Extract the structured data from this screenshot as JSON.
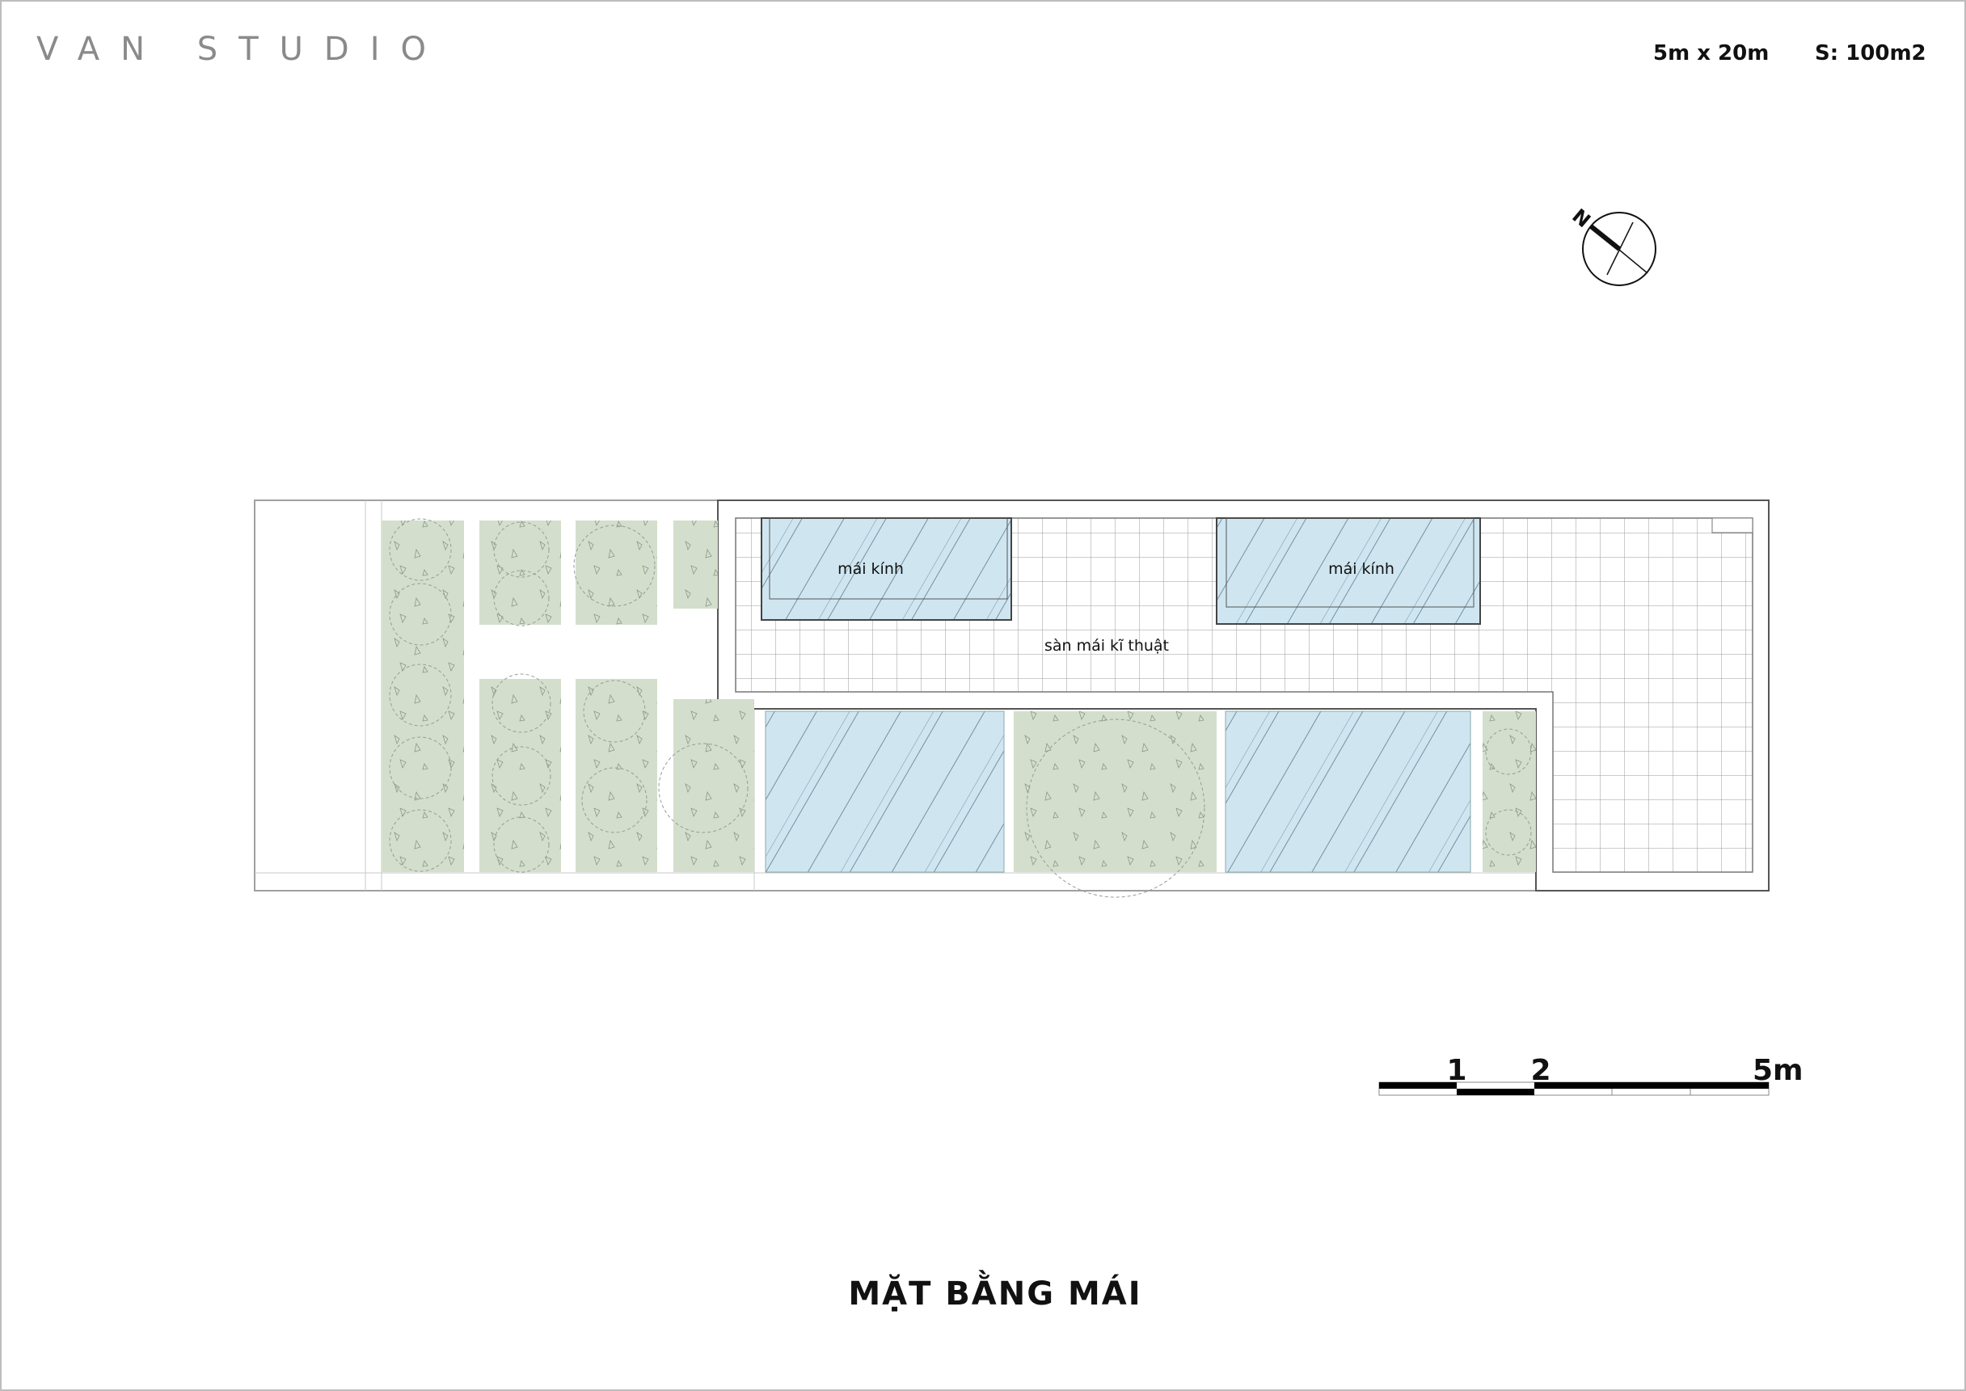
{
  "header": {
    "brand": "VAN STUDIO",
    "dimensions": "5m x 20m",
    "area": "S: 100m2"
  },
  "compass": {
    "label": "N"
  },
  "plan": {
    "glass_roof_label_1": "mái kính",
    "glass_roof_label_2": "mái kính",
    "technical_roof_label": "sàn mái kĩ thuật"
  },
  "scale_bar": {
    "labels": [
      "1",
      "2",
      "5m"
    ]
  },
  "footer": {
    "title": "MẶT BẰNG MÁI"
  },
  "colors": {
    "glass": "#cfe6f1",
    "greenery": "#d3dfcc",
    "frame": "#8c8c8c"
  }
}
